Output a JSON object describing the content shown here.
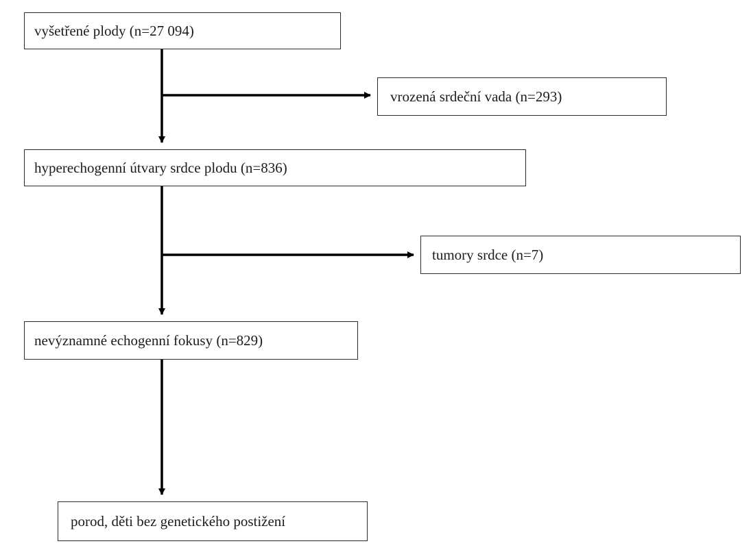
{
  "flowchart": {
    "steps": [
      {
        "id": "screened",
        "label": "vyšetřené plody (n=27 094)"
      },
      {
        "id": "chd",
        "label": "vrozená srdeční vada (n=293)"
      },
      {
        "id": "hyper",
        "label": "hyperechogenní útvary srdce plodu (n=836)"
      },
      {
        "id": "tumors",
        "label": "tumory srdce (n=7)"
      },
      {
        "id": "foci",
        "label": "nevýznamné echogenní fokusy (n=829)"
      },
      {
        "id": "birth",
        "label": "porod, děti bez genetického postižení"
      }
    ],
    "line_color": "#000000"
  }
}
